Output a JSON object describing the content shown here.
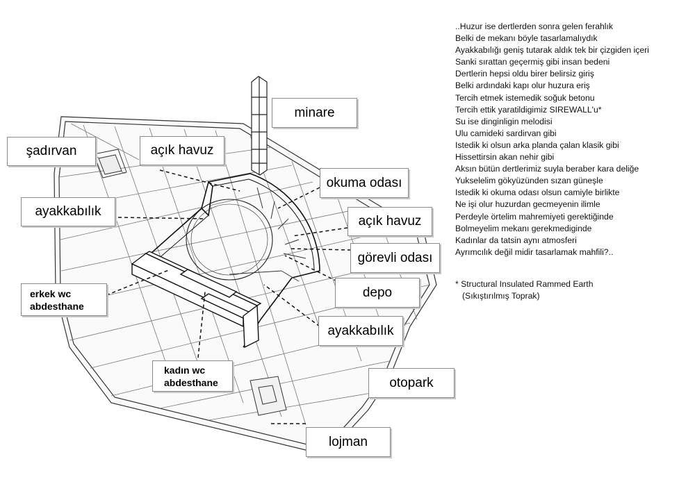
{
  "labels": {
    "minare": "minare",
    "sadirvan": "şadırvan",
    "acik_havuz_1": "açık havuz",
    "okuma_odasi": "okuma odası",
    "ayakkabilik_1": "ayakkabılık",
    "acik_havuz_2": "açık havuz",
    "gorevli_odasi": "görevli odası",
    "erkek_wc_1": "erkek wc",
    "erkek_wc_2": "abdesthane",
    "depo": "depo",
    "ayakkabilik_2": "ayakkabılık",
    "kadin_wc_1": "kadın wc",
    "kadin_wc_2": "abdesthane",
    "otopark": "otopark",
    "lojman": "lojman"
  },
  "poem": [
    "..Huzur ise dertlerden sonra gelen ferahlık",
    "Belki de mekanı böyle tasarlamalıydık",
    "Ayakkabılığı geniş tutarak aldık tek bir çizgiden içeri",
    "Sanki sırattan geçermiş gibi insan bedeni",
    "Dertlerin hepsi oldu birer belirsiz giriş",
    "Belki ardındaki kapı olur huzura eriş",
    "Tercih etmek istemedik soğuk betonu",
    "Tercih ettik yaratildigimiz SIREWALL'u*",
    "Su ise dinginligin melodisi",
    "Ulu camideki sardirvan gibi",
    "Istedik ki olsun arka planda çalan klasik gibi",
    "Hissettirsin akan nehir gibi",
    "Aksın bütün dertlerimiz suyla beraber kara deliğe",
    "Yukselelim gökyüzünden sızan güneşle",
    "Istedik ki okuma odası olsun camiyle birlikte",
    "Ne işi olur huzurdan gecmeyenin ilimle",
    "Perdeyle örtelim mahremiyeti gerektiğinde",
    "Bolmeyelim mekanı gerekmediginde",
    "Kadınlar da tatsin aynı atmosferi",
    "Ayrımcılık  değil midir tasarlamak mahfili?.."
  ],
  "footnote": {
    "line1": "* Structural Insulated Rammed Earth",
    "line2": "(Sıkıştırılmış Toprak)"
  }
}
